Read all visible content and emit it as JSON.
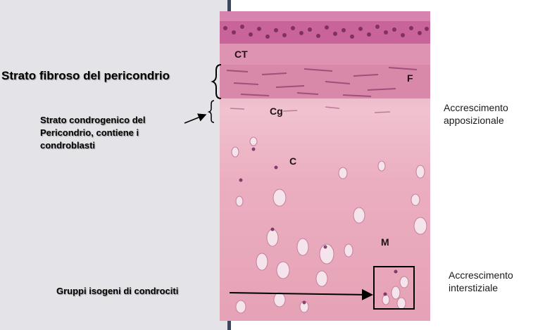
{
  "labels": {
    "fibrous_layer": "Strato fibroso del pericondrio",
    "chondrogenic_layer": "Strato condrogenico del Pericondrio, contiene i condroblasti",
    "isogenous_groups": "Gruppi isogeni di condrociti",
    "appositional_growth": "Accrescimento apposizionale",
    "interstitial_growth": "Accrescimento interstiziale"
  },
  "micrograph_letters": {
    "ct": "CT",
    "f": "F",
    "cg": "Cg",
    "c": "C",
    "m": "M"
  },
  "colors": {
    "left_panel": "#e3e3e8",
    "divider": "#3c4664",
    "cartilage_pink": "#e8a6b8",
    "epithelium": "#c45a8a",
    "nuclei": "#6a1f55"
  }
}
